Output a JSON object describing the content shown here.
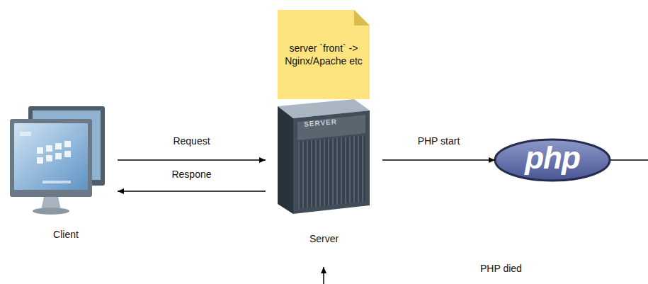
{
  "diagram": {
    "nodes": [
      {
        "text": [
          "server `front` -> Nginx/Apache etc"
        ]
      },
      {
        "text": [
          "Client"
        ]
      },
      {
        "text": [
          "Server"
        ]
      },
      {
        "text": [
          "php"
        ]
      }
    ],
    "edges": [
      {
        "from": 1,
        "to": 2,
        "label": "Request",
        "arrow": "to"
      },
      {
        "from": 2,
        "to": 1,
        "label": "Respone",
        "arrow": "to"
      },
      {
        "from": 2,
        "to": 3,
        "label": "PHP start",
        "arrow": "to"
      }
    ],
    "labels": [
      "SERVER",
      "PHP died"
    ]
  }
}
